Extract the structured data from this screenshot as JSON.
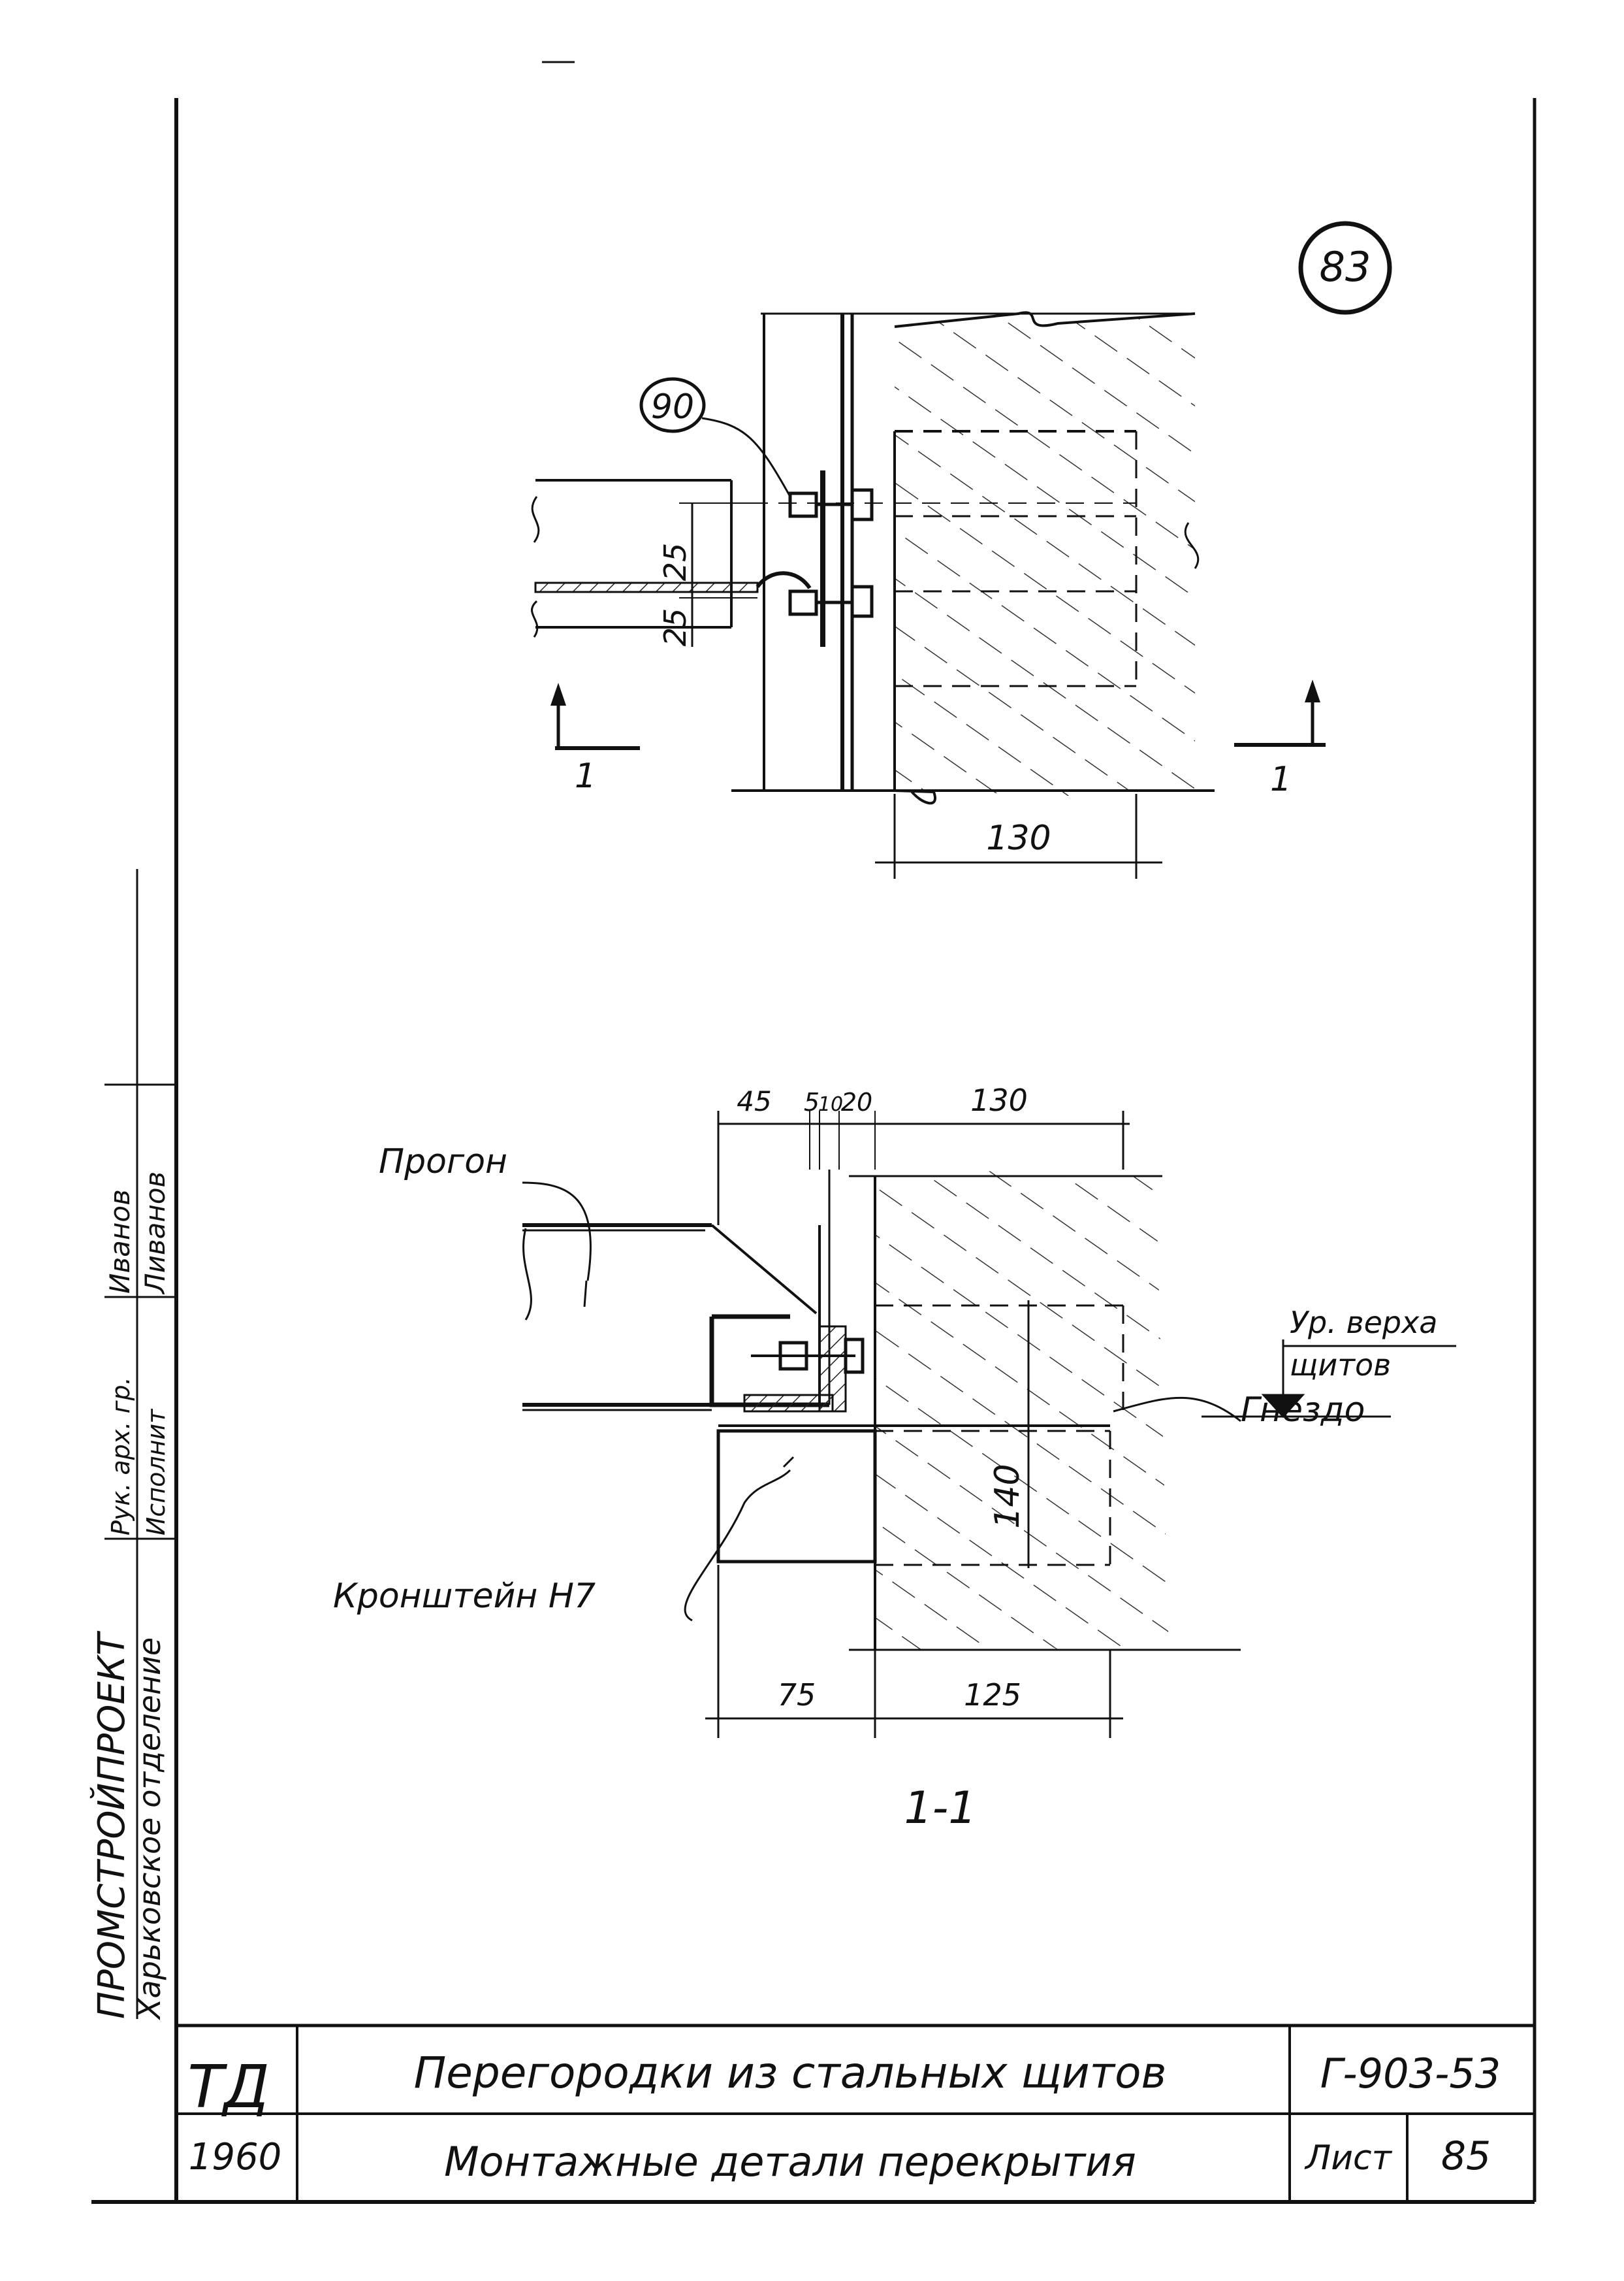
{
  "sheet_number_circle": "83",
  "plan_view": {
    "callout_label": "90",
    "dim_upper": "25",
    "dim_lower": "25",
    "dim_width": "130",
    "section_mark_left": "1",
    "section_mark_right": "1"
  },
  "section_view": {
    "dims_top": [
      "45",
      "5",
      "10",
      "20",
      "130"
    ],
    "dim_height": "140",
    "dims_bottom": [
      "75",
      "125"
    ],
    "label_purlin": "Прогон",
    "label_bracket": "Кронштейн Н7",
    "label_socket": "Гнездо",
    "label_level_line1": "Ур. верха",
    "label_level_line2": "щитов",
    "title": "1-1"
  },
  "side_stamp": {
    "org_line1": "ПРОМСТРОЙПРОЕКТ",
    "org_line2": "Харьковское отделение",
    "role1": "Рук. арх. гр.",
    "name1": "Иванов",
    "role2": "Исполнит",
    "name2": "Ливанов"
  },
  "title_block": {
    "org_code": "ТД",
    "year": "1960",
    "title_line1": "Перегородки из стальных щитов",
    "title_line2": "Монтажные детали перекрытия",
    "doc_code": "Г-903-53",
    "sheet_label": "Лист",
    "sheet_no": "85"
  }
}
